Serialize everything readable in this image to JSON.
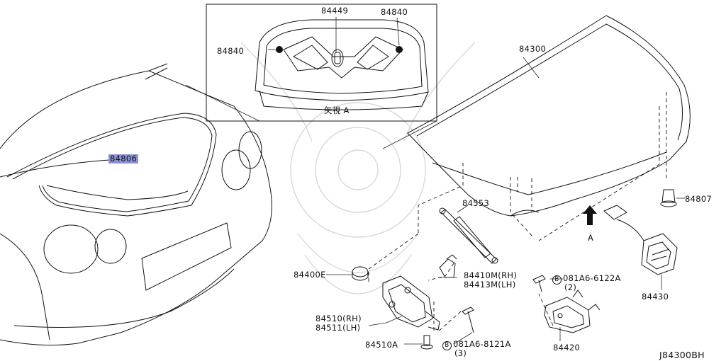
{
  "diagram": {
    "diagram_code": "J84300BH",
    "inset_view_label": "矢視 A",
    "arrow_label": "A",
    "parts": {
      "p84449": "84449",
      "p84840_left": "84840",
      "p84840_right": "84840",
      "p84300": "84300",
      "p84806": "84806",
      "p84553": "84553",
      "p84807": "84807",
      "p84400e": "84400E",
      "p84410m": "84410M(RH)",
      "p84413m": "84413M(LH)",
      "p84510": "84510(RH)",
      "p84511": "84511(LH)",
      "p84510a": "84510A",
      "p84420": "84420",
      "p84430": "84430",
      "bolt_6122_code": "081A6-6122A",
      "bolt_6122_qty": "(2)",
      "bolt_8121_code": "081A6-8121A",
      "bolt_8121_qty": "(3)",
      "bolt_symbol": "B"
    },
    "highlight_color": "#8c92d6"
  }
}
